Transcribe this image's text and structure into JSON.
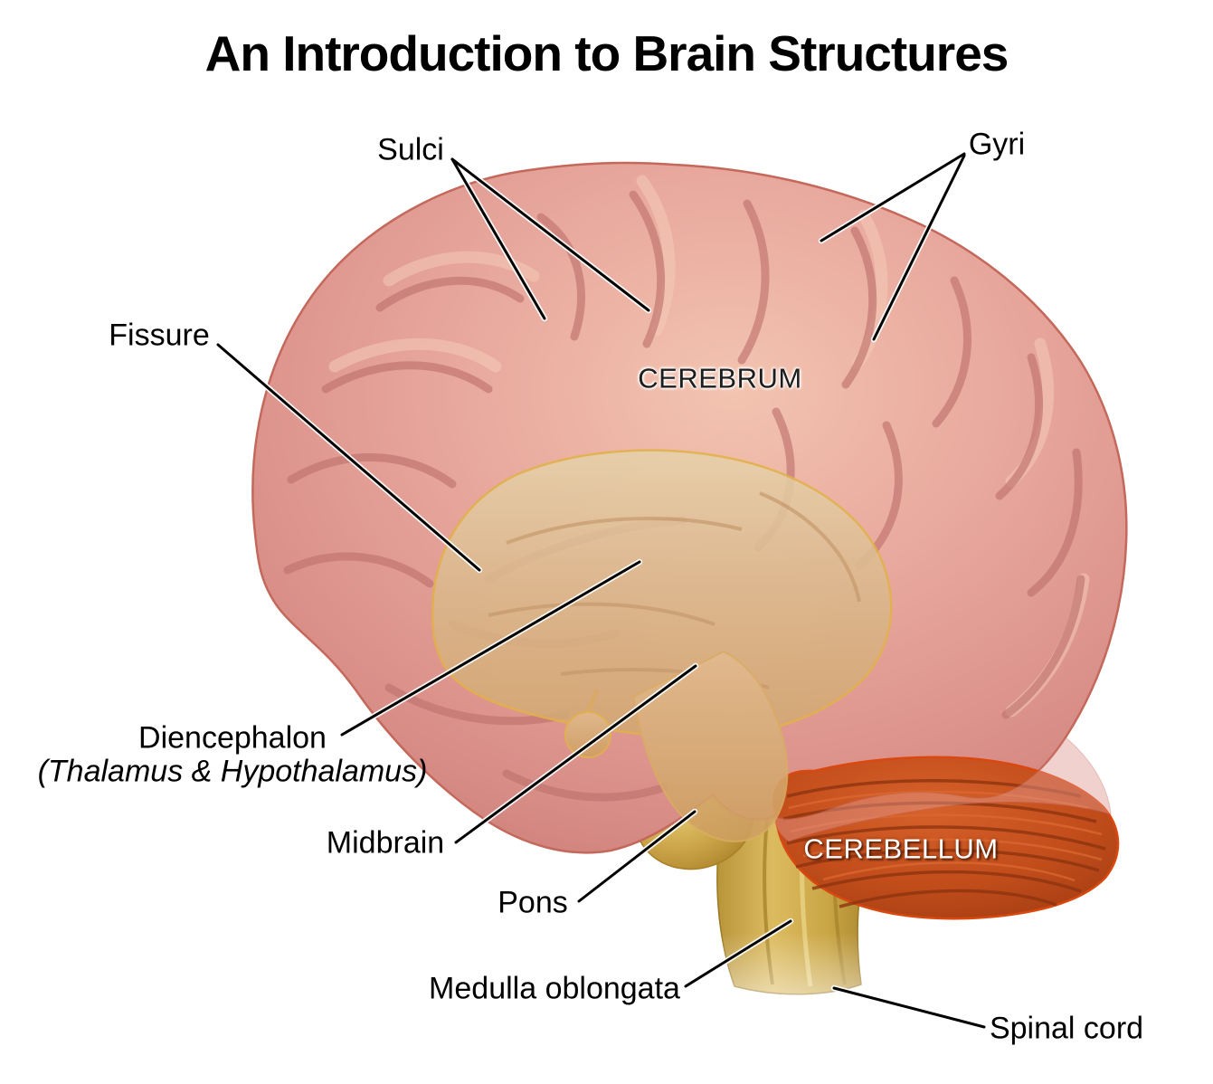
{
  "title": "An Introduction to Brain Structures",
  "diagram": {
    "labels": {
      "sulci": "Sulci",
      "gyri": "Gyri",
      "fissure": "Fissure",
      "cerebrum": "CEREBRUM",
      "diencephalon": "Diencephalon",
      "diencephalon_sub": "(Thalamus & Hypothalamus)",
      "midbrain": "Midbrain",
      "pons": "Pons",
      "medulla_oblongata": "Medulla oblongata",
      "spinal_cord": "Spinal cord",
      "cerebellum": "CEREBELLUM"
    },
    "colors": {
      "background": "#ffffff",
      "cerebrum_pink": "#e29b93",
      "cerebrum_highlight": "#f3c4b0",
      "cerebrum_fold_shadow": "#c0736e",
      "thalamus_tan": "#d9b488",
      "thalamus_outline_gold": "#e2b24a",
      "brainstem_gold": "#cda64a",
      "cerebellum_orange": "#c24d1b",
      "cerebellum_ridge": "#8f3410",
      "label_text": "#000000",
      "cerebellum_label_text": "#ffffff",
      "leader_line": "#000000"
    }
  }
}
